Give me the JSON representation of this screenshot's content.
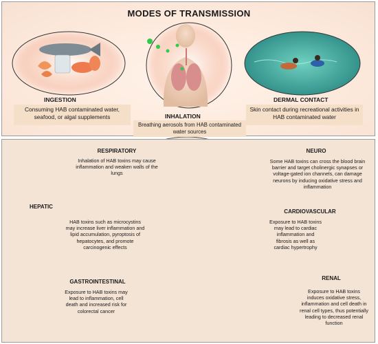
{
  "title": "MODES OF TRANSMISSION",
  "transmission": {
    "ingestion": {
      "heading": "INGESTION",
      "text": "Consuming HAB contaminated water, seafood, or algal supplements"
    },
    "inhalation": {
      "heading": "INHALATION",
      "text": "Breathing aerosols from HAB contaminated water sources"
    },
    "dermal": {
      "heading": "DERMAL CONTACT",
      "text": "Skin contact during recreational activities in HAB contaminated water"
    }
  },
  "effects": {
    "respiratory": {
      "heading": "RESPIRATORY",
      "text": "Inhalation of HAB toxins may cause inflammation and weaken walls of the lungs"
    },
    "hepatic": {
      "heading": "HEPATIC",
      "text": "HAB toxins such as microcystins may increase liver inflammation and lipid accumulation, pyroptosis of hepatocytes, and promote carcinogenic effects"
    },
    "gastrointestinal": {
      "heading": "GASTROINTESTINAL",
      "text": "Exposure to HAB toxins may lead to inflammation, cell death and increased risk for colorectal cancer"
    },
    "neuro": {
      "heading": "NEURO",
      "text": "Some HAB toxins can cross the blood brain barrier and target cholinergic synapses or voltage-gated ion channels, can damage neurons by inducing oxidative stress and inflammation"
    },
    "cardiovascular": {
      "heading": "CARDIOVASCULAR",
      "text": "Exposure to HAB toxins may lead to cardiac inflammation and fibrosis as well as cardiac hypertrophy"
    },
    "renal": {
      "heading": "RENAL",
      "text": "Exposure to HAB toxins induces oxidative stress, inflammation and cell death in renal cell types, thus potentially leading to decreased renal function"
    }
  },
  "icons": {
    "food": "seafood-icon",
    "person": "person-inhaling-icon",
    "swimmers": "swimmers-icon",
    "lungs": "lungs-icon",
    "liver": "liver-icon",
    "intestine": "intestine-icon",
    "brain": "brain-icon",
    "heart": "heart-icon",
    "kidneys": "kidneys-icon",
    "body": "human-body-icon"
  },
  "colors": {
    "organ_pink": "#d98e8e",
    "liver": "#a5553e",
    "water": "#3fa89a",
    "aerosol": "#34c94a",
    "box": "#f6dfc9"
  }
}
